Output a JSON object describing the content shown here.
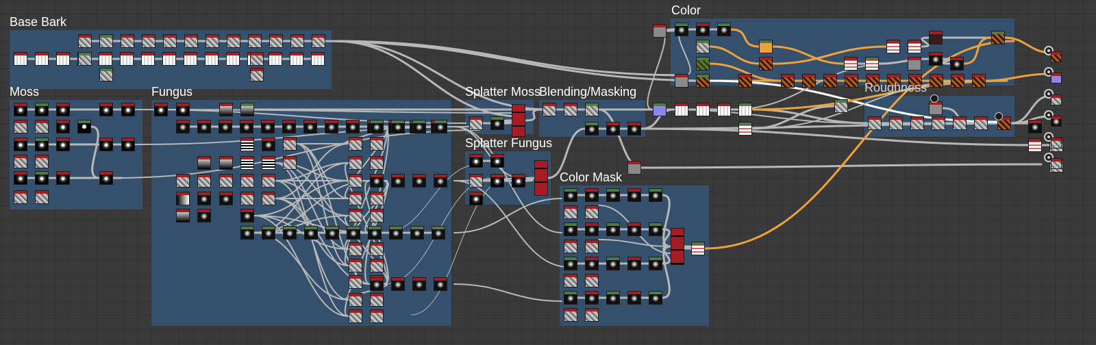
{
  "app": {
    "title": "Substance Designer – Bark Graph"
  },
  "colors": {
    "header_red": "#a02024",
    "header_green": "#4f7a45",
    "wire_gray": "#b8b8b8",
    "wire_orange": "#f0a23a",
    "wire_white": "#ffffff",
    "frame_fill": "#35506d"
  },
  "frames": [
    {
      "id": "base-bark",
      "title": "Base Bark"
    },
    {
      "id": "moss",
      "title": "Moss"
    },
    {
      "id": "fungus",
      "title": "Fungus"
    },
    {
      "id": "splatter-moss",
      "title": "Splatter Moss"
    },
    {
      "id": "blending-masking",
      "title": "Blending/Masking"
    },
    {
      "id": "splatter-fungus",
      "title": "Splatter Fungus"
    },
    {
      "id": "color-mask",
      "title": "Color Mask"
    },
    {
      "id": "color",
      "title": "Color"
    },
    {
      "id": "roughness",
      "title": "Roughness"
    }
  ],
  "outputs": [
    {
      "name": "basecolor-output-icon"
    },
    {
      "name": "normal-output-icon"
    },
    {
      "name": "roughness-output-icon"
    },
    {
      "name": "metallic-output-icon"
    },
    {
      "name": "height-output-icon"
    },
    {
      "name": "ambient-occlusion-output-icon"
    }
  ]
}
